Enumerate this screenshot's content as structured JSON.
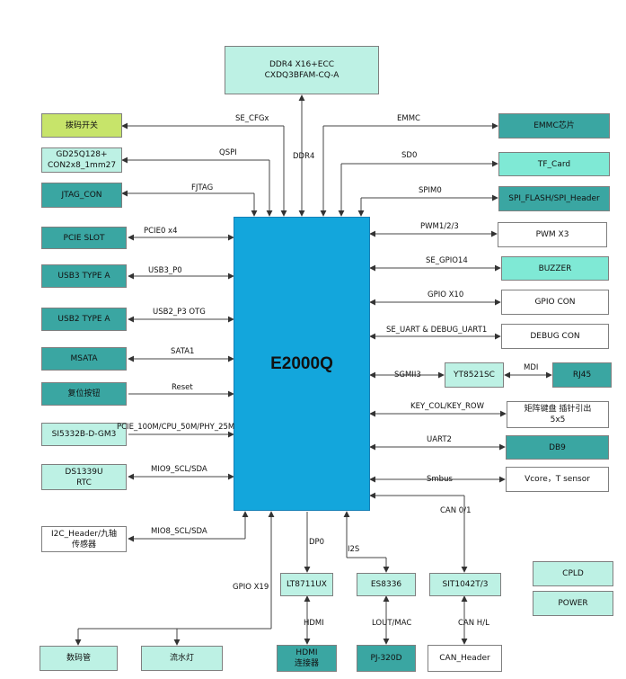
{
  "cpu": "E2000Q",
  "blocks": {
    "ddr4": "DDR4 X16+ECC\nCXDQ3BFAM-CQ-A",
    "dip_switch": "拨码开关",
    "gd25": "GD25Q128+\nCON2x8_1mm27",
    "jtag": "JTAG_CON",
    "pcie_slot": "PCIE SLOT",
    "usb3": "USB3 TYPE A",
    "usb2": "USB2 TYPE A",
    "msata": "MSATA",
    "reset_btn": "复位按钮",
    "si5332": "SI5332B-D-GM3",
    "ds1339": "DS1339U\nRTC",
    "i2c_header": "I2C_Header/九轴\n传感器",
    "seg_display": "数码管",
    "led_flow": "流水灯",
    "lt8711": "LT8711UX",
    "hdmi_con": "HDMI\n连接器",
    "es8336": "ES8336",
    "pj320d": "PJ-320D",
    "sit1042": "SIT1042T/3",
    "can_header": "CAN_Header",
    "emmc": "EMMC芯片",
    "tf_card": "TF_Card",
    "spi_flash": "SPI_FLASH/SPI_Header",
    "pwm": "PWM X3",
    "buzzer": "BUZZER",
    "gpio_con": "GPIO CON",
    "debug_con": "DEBUG CON",
    "yt8521": "YT8521SC",
    "rj45": "RJ45",
    "keyboard": "矩阵键盘  插针引出\n5x5",
    "db9": "DB9",
    "vcore": "Vcore，T sensor",
    "cpld": "CPLD",
    "power": "POWER"
  },
  "labels": {
    "se_cfg": "SE_CFGx",
    "qspi": "QSPI",
    "fjtag": "FJTAG",
    "ddr4": "DDR4",
    "emmc": "EMMC",
    "sd0": "SD0",
    "spim0": "SPIM0",
    "pcie0": "PCIE0 x4",
    "usb3_p0": "USB3_P0",
    "usb2_p3": "USB2_P3 OTG",
    "sata1": "SATA1",
    "reset": "Reset",
    "clk": "PCIE_100M/CPU_50M/PHY_25M",
    "mio9": "MIO9_SCL/SDA",
    "mio8": "MIO8_SCL/SDA",
    "gpio_x19": "GPIO X19",
    "dp0": "DP0",
    "i2s": "I2S",
    "can01": "CAN 0/1",
    "hdmi": "HDMI",
    "lout": "LOUT/MAC",
    "can_hl": "CAN H/L",
    "pwm123": "PWM1/2/3",
    "se_gpio14": "SE_GPIO14",
    "gpio_x10": "GPIO X10",
    "se_uart": "SE_UART & DEBUG_UART1",
    "sgmii3": "SGMII3",
    "mdi": "MDI",
    "key": "KEY_COL/KEY_ROW",
    "uart2": "UART2",
    "smbus": "Smbus"
  }
}
